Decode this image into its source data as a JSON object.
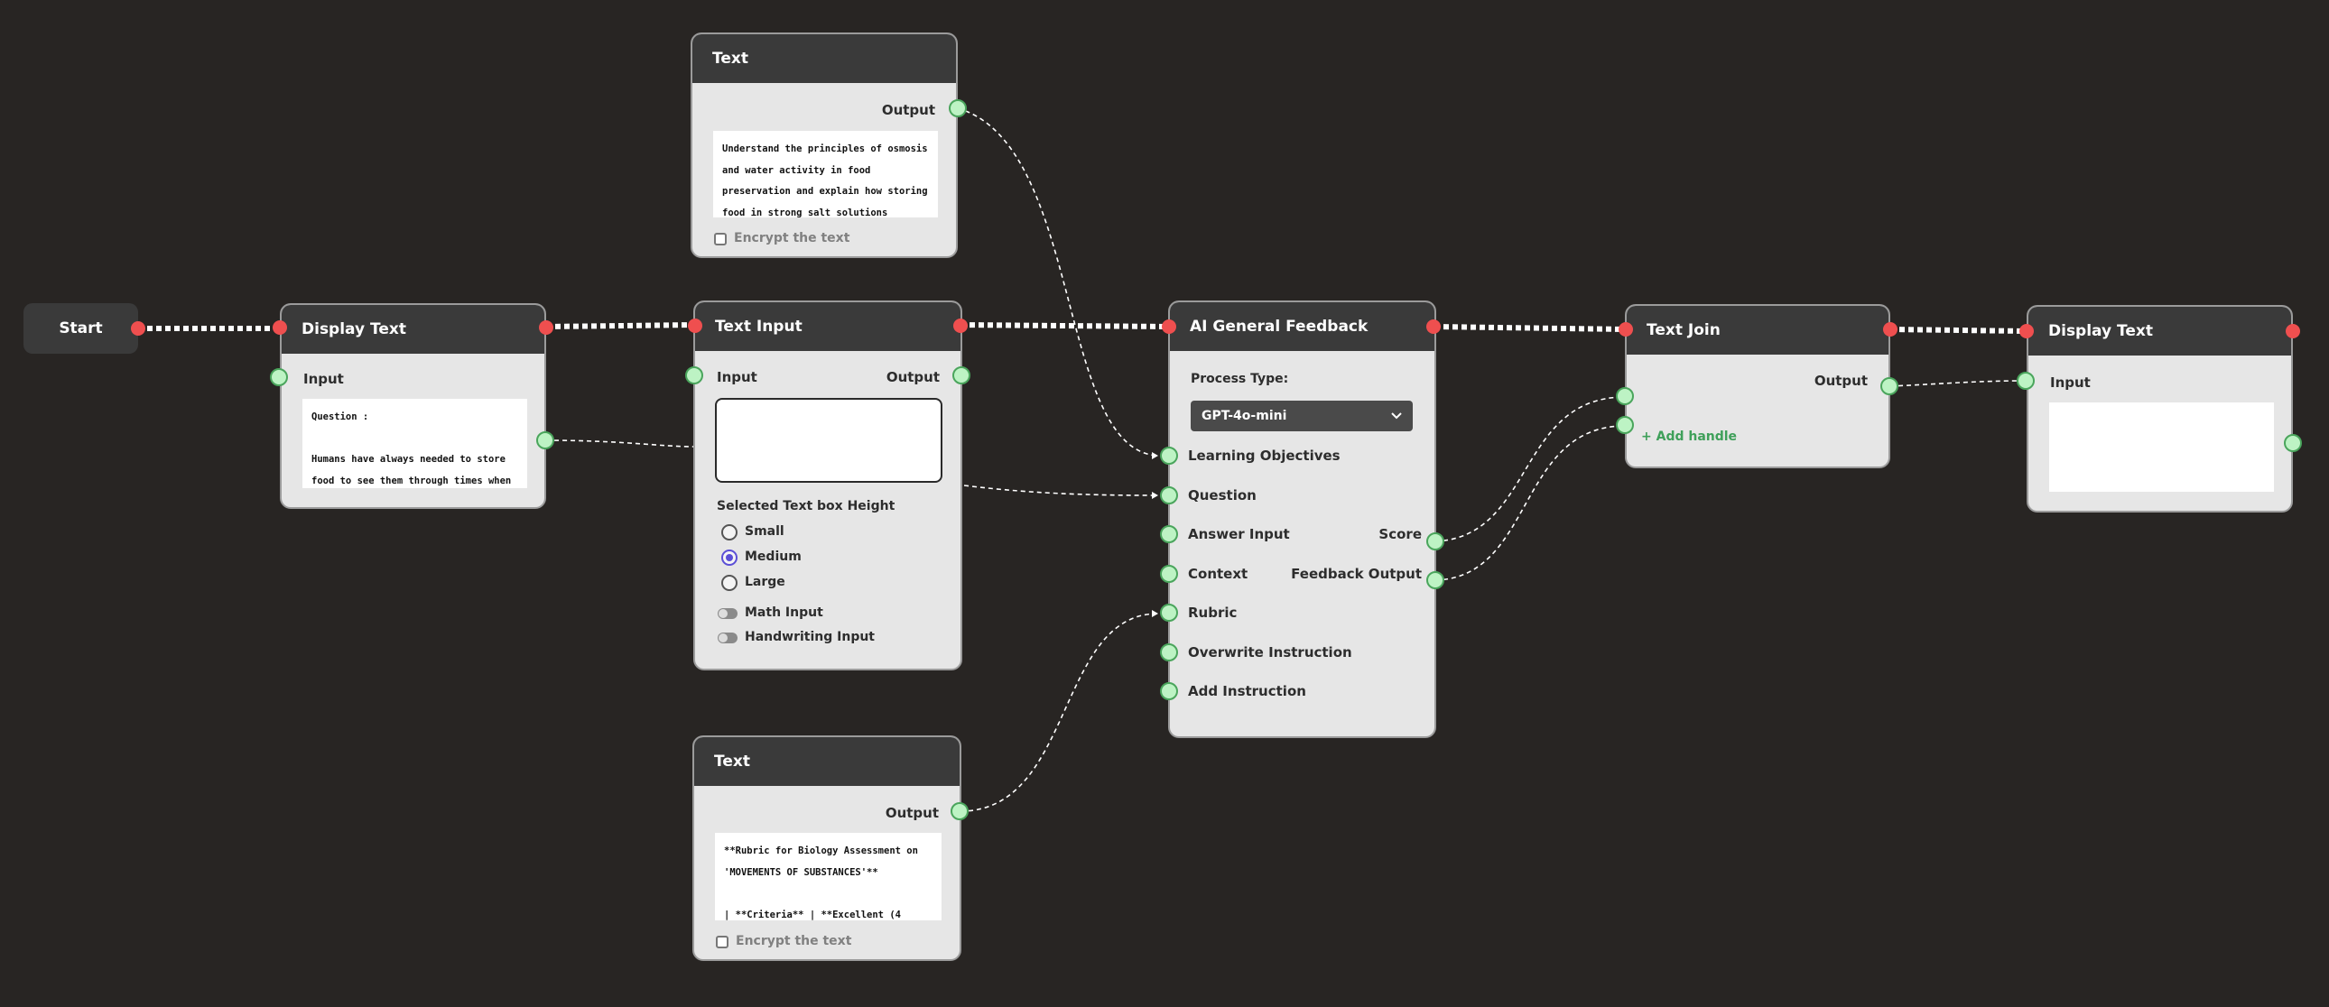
{
  "nodes": {
    "start": {
      "title": "Start"
    },
    "display_text_1": {
      "title": "Display Text",
      "input_label": "Input",
      "content": "Question :\n\nHumans have always needed to store food to see them through times when food is"
    },
    "text_top": {
      "title": "Text",
      "output_label": "Output",
      "content": "Understand the principles of osmosis and water activity in food preservation and explain how storing food in strong salt solutions (brine)",
      "encrypt_label": "Encrypt the text"
    },
    "text_input": {
      "title": "Text Input",
      "input_label": "Input",
      "output_label": "Output",
      "height_label": "Selected Text box Height",
      "options": [
        "Small",
        "Medium",
        "Large"
      ],
      "selected": "Medium",
      "math_label": "Math Input",
      "handwriting_label": "Handwriting Input"
    },
    "text_bottom": {
      "title": "Text",
      "output_label": "Output",
      "content": "**Rubric for Biology Assessment on 'MOVEMENTS OF SUBSTANCES'**\n\n| **Criteria** | **Excellent (4",
      "encrypt_label": "Encrypt the text"
    },
    "ai_feedback": {
      "title": "AI General Feedback",
      "process_type_label": "Process Type:",
      "process_type_value": "GPT-4o-mini",
      "inputs": [
        "Learning Objectives",
        "Question",
        "Answer Input",
        "Context",
        "Rubric",
        "Overwrite Instruction",
        "Add Instruction"
      ],
      "outputs": [
        "Score",
        "Feedback Output"
      ]
    },
    "text_join": {
      "title": "Text Join",
      "output_label": "Output",
      "add_handle_label": "+ Add handle"
    },
    "display_text_2": {
      "title": "Display Text",
      "input_label": "Input",
      "content": ""
    }
  },
  "colors": {
    "background": "#282523",
    "node_body": "#e6e6e6",
    "node_header": "#3a3a3a",
    "flow_port": "#ef4f4f",
    "data_port_fill": "#bdf3c4",
    "data_port_border": "#4aa55c",
    "accent": "#5b4fd6",
    "add_handle": "#3fa05a"
  }
}
